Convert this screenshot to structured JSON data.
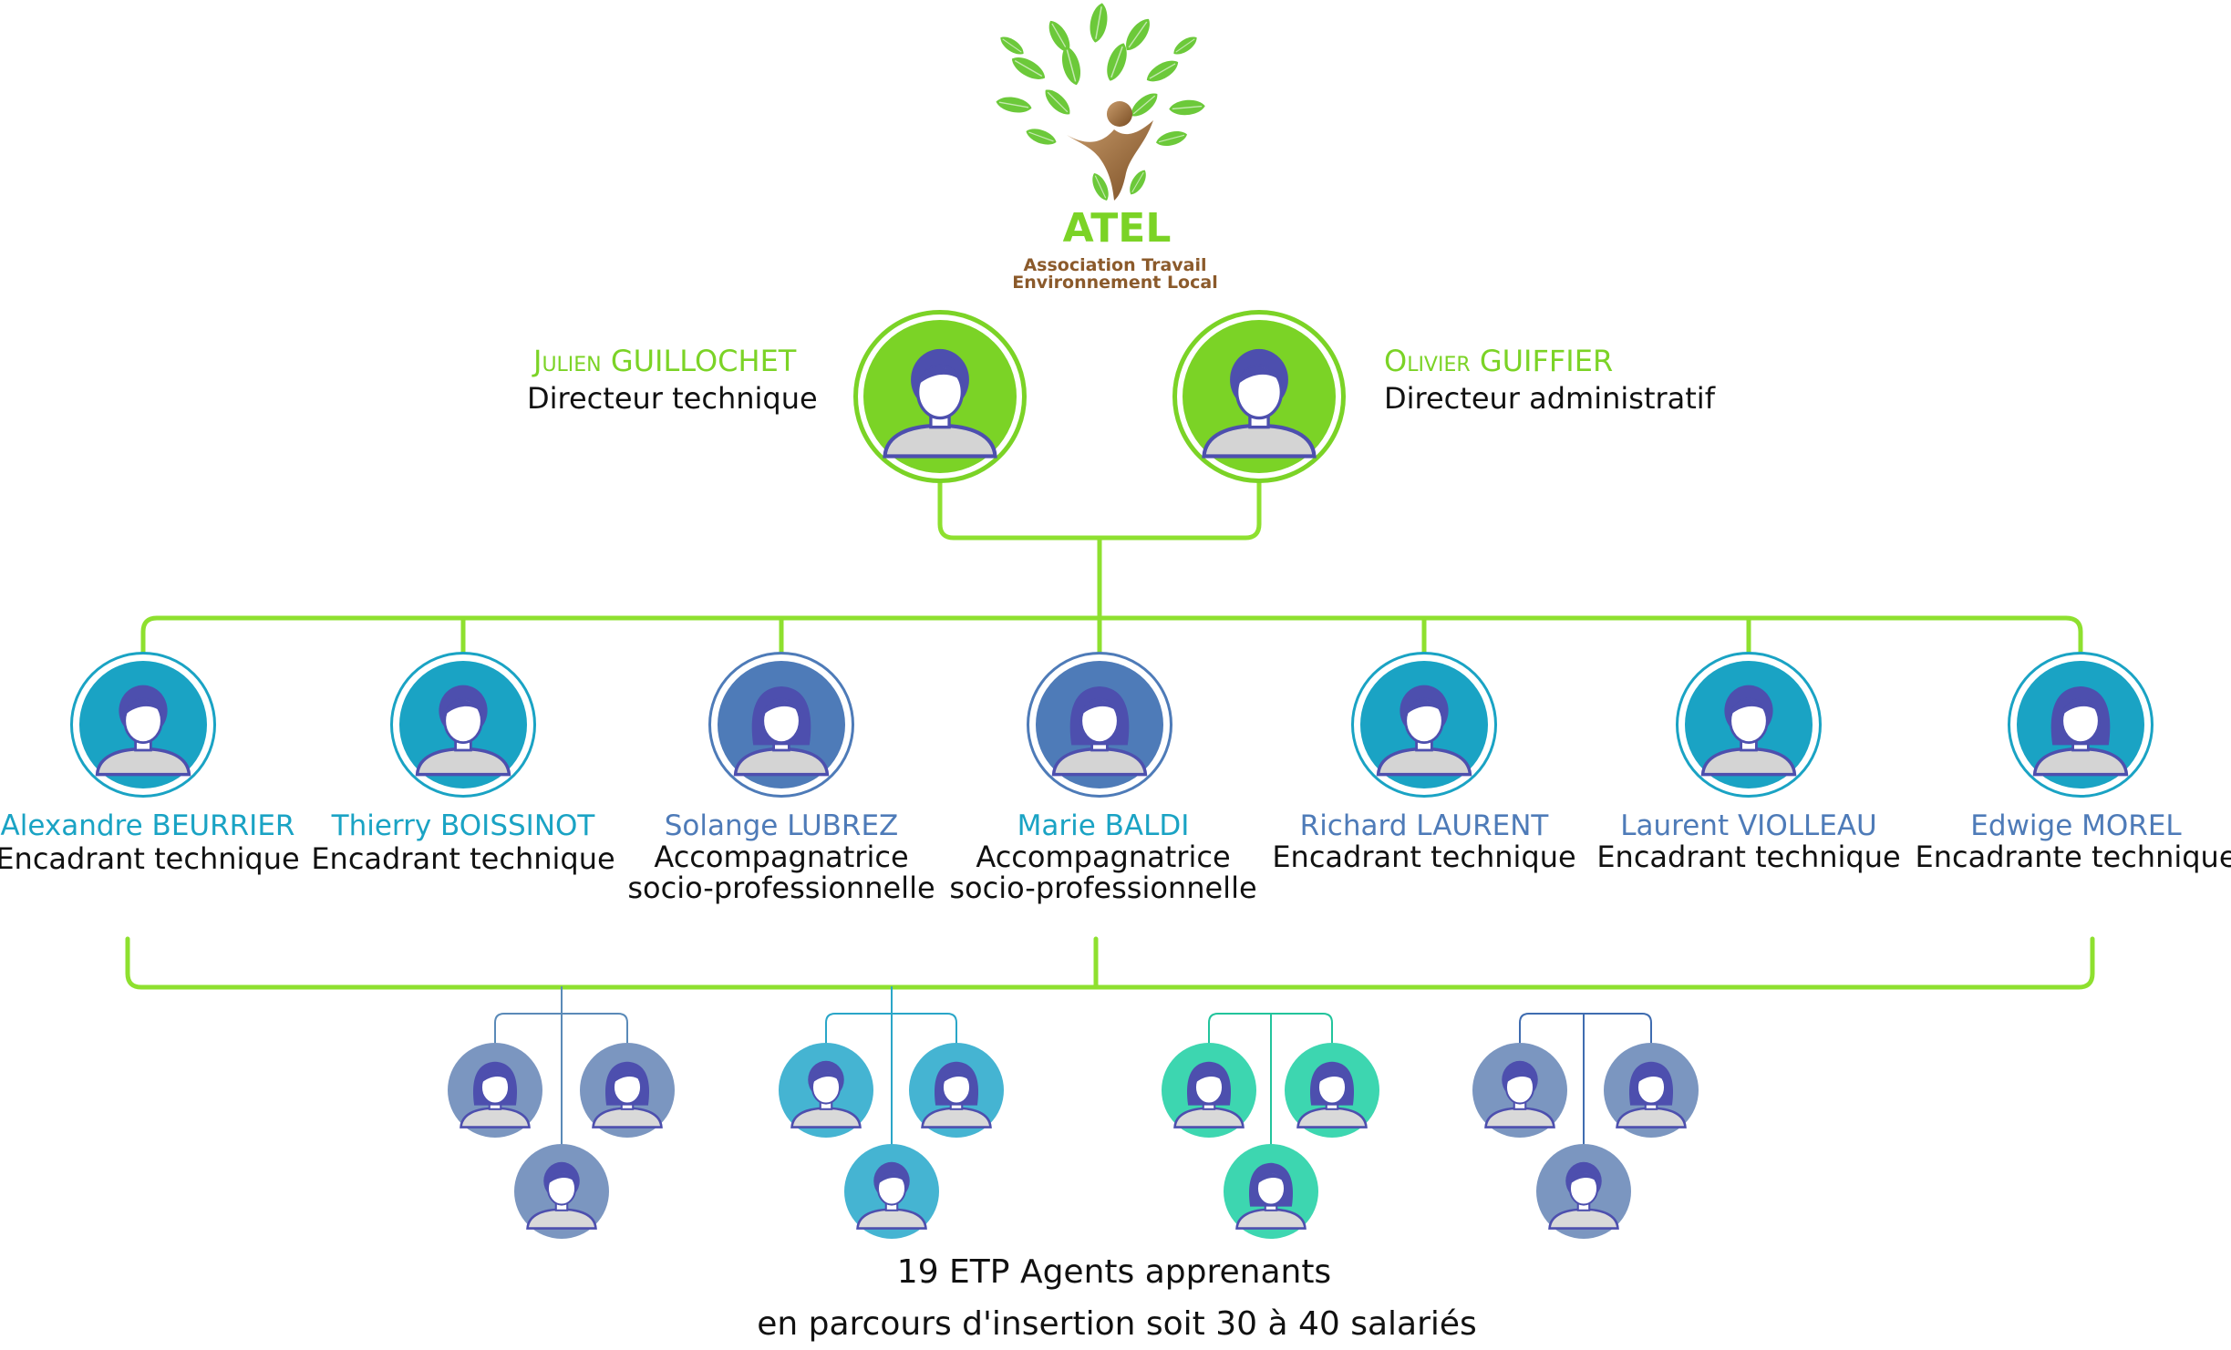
{
  "logo": {
    "acronym": "ATEL",
    "line1": "Association Travail",
    "line2": "Environnement Local"
  },
  "directors": [
    {
      "name": "Julien GUILLOCHET",
      "role": "Directeur technique"
    },
    {
      "name": "Olivier GUIFFIER",
      "role": "Directeur administratif"
    }
  ],
  "staff": [
    {
      "name": "Alexandre BEURRIER",
      "role": "Encadrant technique"
    },
    {
      "name": "Thierry BOISSINOT",
      "role": "Encadrant technique"
    },
    {
      "name": "Solange LUBREZ",
      "role": "Accompagnatrice",
      "role2": "socio-professionnelle"
    },
    {
      "name": "Marie BALDI",
      "role": "Accompagnatrice",
      "role2": "socio-professionnelle"
    },
    {
      "name": "Richard LAURENT",
      "role": "Encadrant technique"
    },
    {
      "name": "Laurent VIOLLEAU",
      "role": "Encadrant technique"
    },
    {
      "name": "Edwige MOREL",
      "role": "Encadrante technique"
    }
  ],
  "footer": {
    "line1": "19 ETP Agents apprenants",
    "line2": "en parcours d'insertion soit 30 à 40 salariés"
  },
  "colors": {
    "accent_green": "#7bd326",
    "line_green": "#8ee02f",
    "teal": "#1aa3c4",
    "steel_blue": "#4e7bb8",
    "group_gray_blue": "#7b96c0",
    "group_sky": "#45b4d2",
    "group_mint": "#3dd6b0",
    "avatar_hair": "#4d4fae",
    "logo_brown": "#8b5a2b"
  },
  "icons": [
    "tree-logo-icon",
    "person-avatar-icon"
  ]
}
